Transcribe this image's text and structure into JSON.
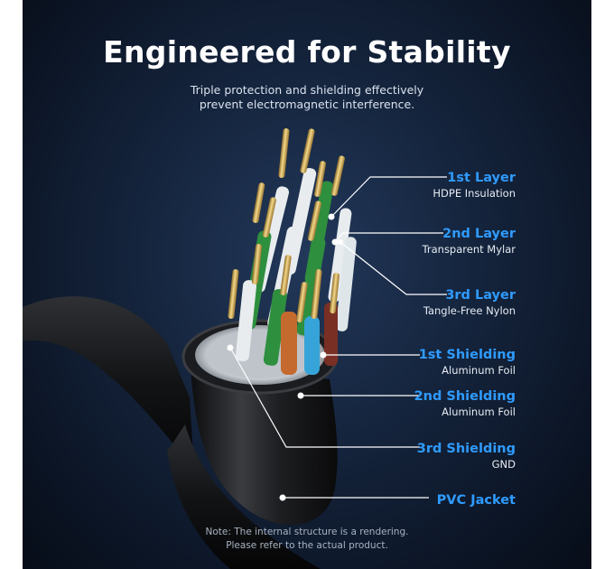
{
  "title": "Engineered for Stability",
  "subtitle": [
    "Triple protection and shielding effectively",
    "prevent electromagnetic interference."
  ],
  "layers": [
    {
      "name": "1st Layer",
      "desc": "HDPE Insulation"
    },
    {
      "name": "2nd Layer",
      "desc": "Transparent Mylar"
    },
    {
      "name": "3rd Layer",
      "desc": "Tangle-Free Nylon"
    },
    {
      "name": "1st Shielding",
      "desc": "Aluminum Foil"
    },
    {
      "name": "2nd Shielding",
      "desc": "Aluminum Foil"
    },
    {
      "name": "3rd Shielding",
      "desc": "GND"
    },
    {
      "name": "PVC Jacket",
      "desc": ""
    }
  ],
  "note": [
    "Note: The internal structure is a rendering.",
    "Please refer to the actual product."
  ],
  "colors": {
    "accent": "#2f9bff",
    "background": "#0f1b2e"
  }
}
